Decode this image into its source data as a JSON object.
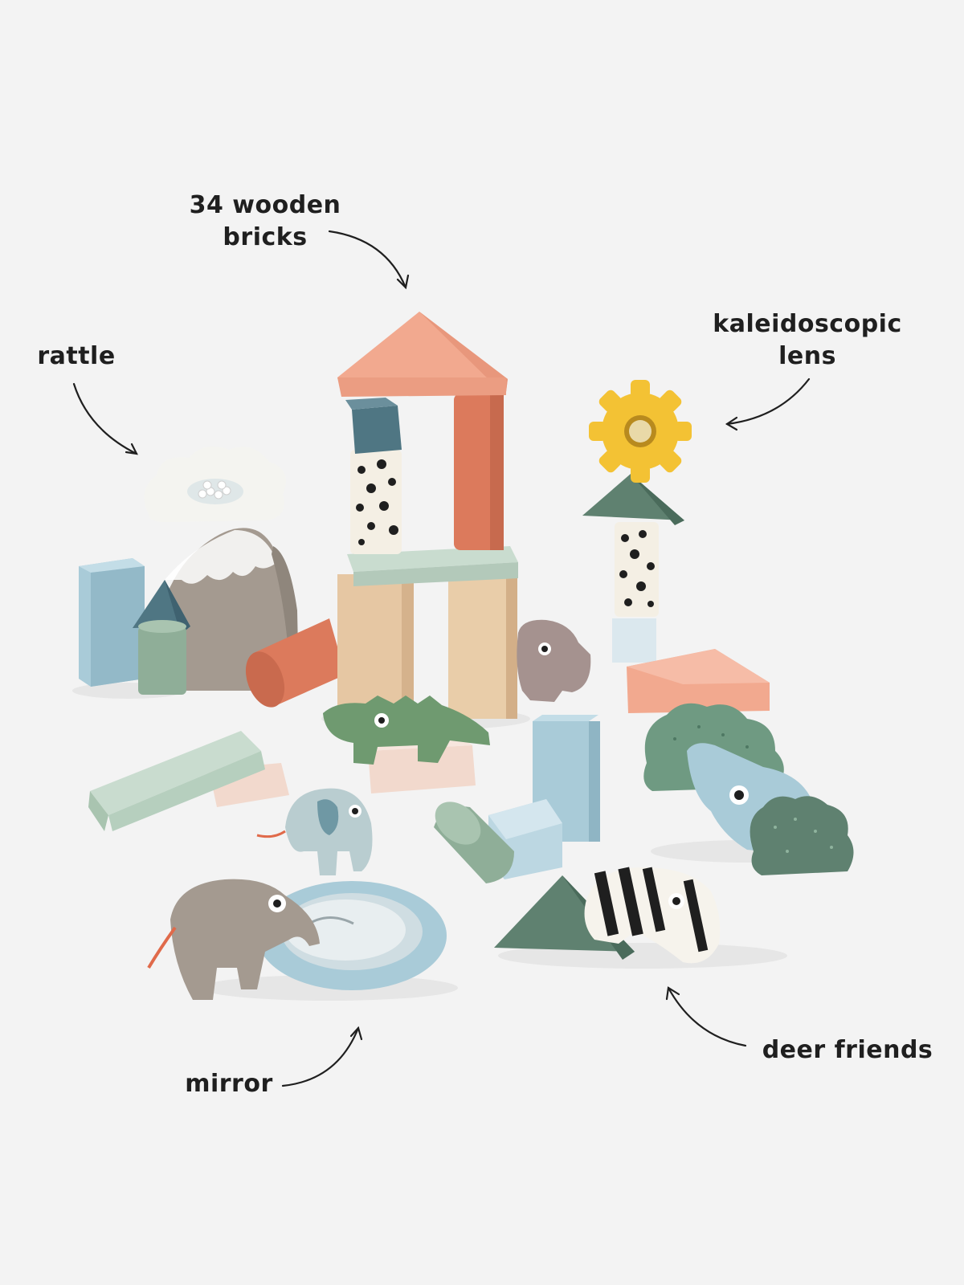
{
  "labels": {
    "bricks": {
      "line1": "34 wooden",
      "line2": "bricks"
    },
    "rattle": "rattle",
    "lens": {
      "line1": "kaleidoscopic",
      "line2": "lens"
    },
    "mirror": "mirror",
    "deer_friends": "deer friends"
  },
  "colors": {
    "background": "#f3f3f3",
    "text": "#1f1f1f",
    "peach": "#f2a98f",
    "terracotta": "#dc7a5c",
    "slate_blue": "#4f7683",
    "sage": "#8fae98",
    "mint": "#c9dccf",
    "light_blue": "#a9cbd8",
    "forest_green": "#5f8170",
    "yellow": "#f3c234",
    "taupe": "#a49a90",
    "mauve": "#a5928f",
    "natural_wood": "#e6c7a3",
    "cream": "#f4efe4",
    "blush": "#f2d9cd"
  }
}
